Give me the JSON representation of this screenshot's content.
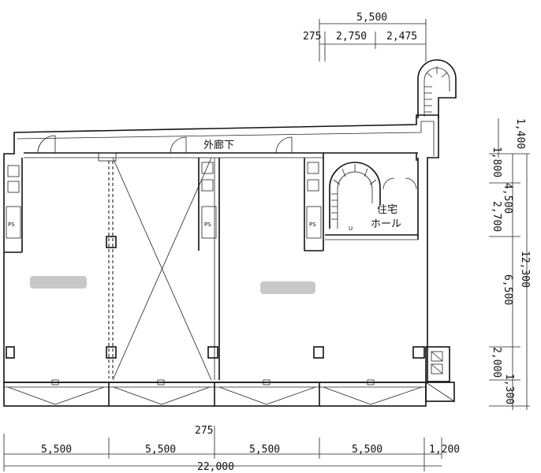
{
  "top_dimensions": {
    "total": "5,500",
    "offset": "275",
    "left": "2,750",
    "right": "2,475"
  },
  "right_dimensions": {
    "d1": "1,400",
    "d2": "1,800",
    "d3": "4,500",
    "d4": "2,700",
    "d5": "12,300",
    "d6": "6,500",
    "d7": "2,000",
    "d8": "1,300"
  },
  "bottom_dimensions": {
    "offset": "275",
    "bay1": "5,500",
    "bay2": "5,500",
    "bay3": "5,500",
    "bay4": "5,500",
    "extra": "1,200",
    "total": "22,000"
  },
  "labels": {
    "corridor": "外廊下",
    "hall_line1": "住宅",
    "hall_line2": "ホール",
    "ps_left": "PS",
    "ps_mid": "PS",
    "ps_right": "PS",
    "stair_up_arrow": "U"
  }
}
